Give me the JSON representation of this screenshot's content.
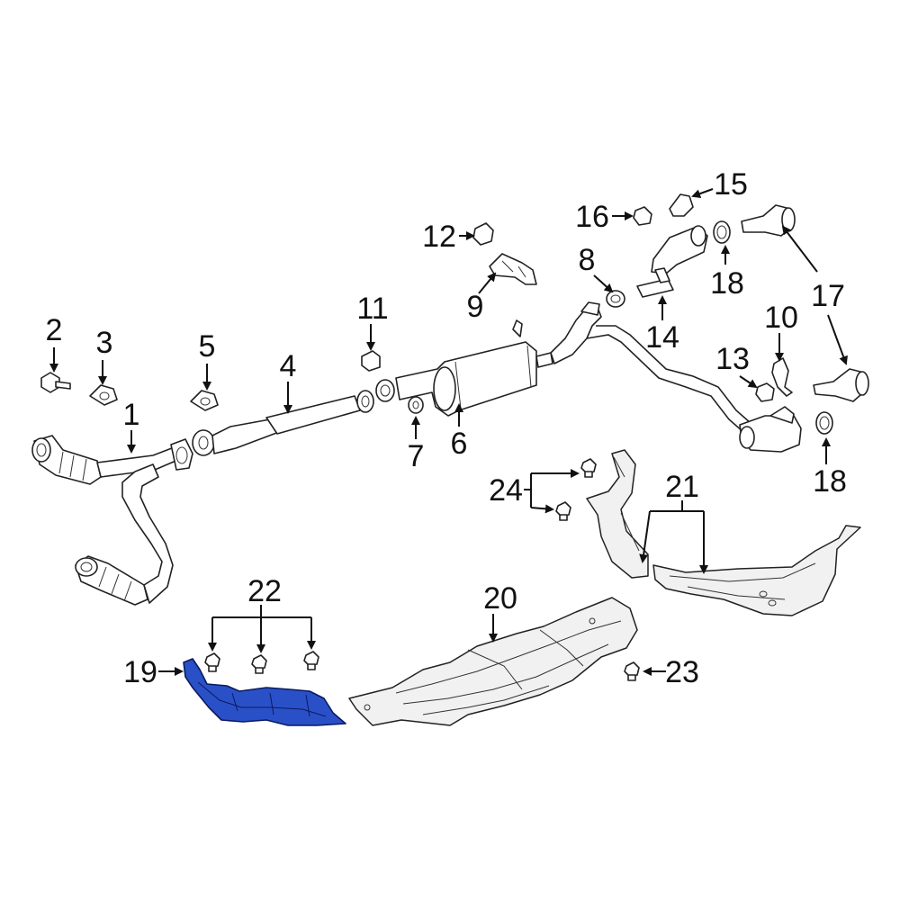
{
  "diagram": {
    "highlight_color": "#2a50c8",
    "callouts": [
      {
        "id": "c1",
        "text": "1"
      },
      {
        "id": "c2",
        "text": "2"
      },
      {
        "id": "c3",
        "text": "3"
      },
      {
        "id": "c4",
        "text": "4"
      },
      {
        "id": "c5",
        "text": "5"
      },
      {
        "id": "c6",
        "text": "6"
      },
      {
        "id": "c7",
        "text": "7"
      },
      {
        "id": "c8",
        "text": "8"
      },
      {
        "id": "c9",
        "text": "9"
      },
      {
        "id": "c10",
        "text": "10"
      },
      {
        "id": "c11",
        "text": "11"
      },
      {
        "id": "c12",
        "text": "12"
      },
      {
        "id": "c13",
        "text": "13"
      },
      {
        "id": "c14",
        "text": "14"
      },
      {
        "id": "c15",
        "text": "15"
      },
      {
        "id": "c16",
        "text": "16"
      },
      {
        "id": "c17",
        "text": "17"
      },
      {
        "id": "c18a",
        "text": "18"
      },
      {
        "id": "c18b",
        "text": "18"
      },
      {
        "id": "c19",
        "text": "19"
      },
      {
        "id": "c20",
        "text": "20"
      },
      {
        "id": "c21",
        "text": "21"
      },
      {
        "id": "c22",
        "text": "22"
      },
      {
        "id": "c23",
        "text": "23"
      },
      {
        "id": "c24",
        "text": "24"
      }
    ]
  }
}
